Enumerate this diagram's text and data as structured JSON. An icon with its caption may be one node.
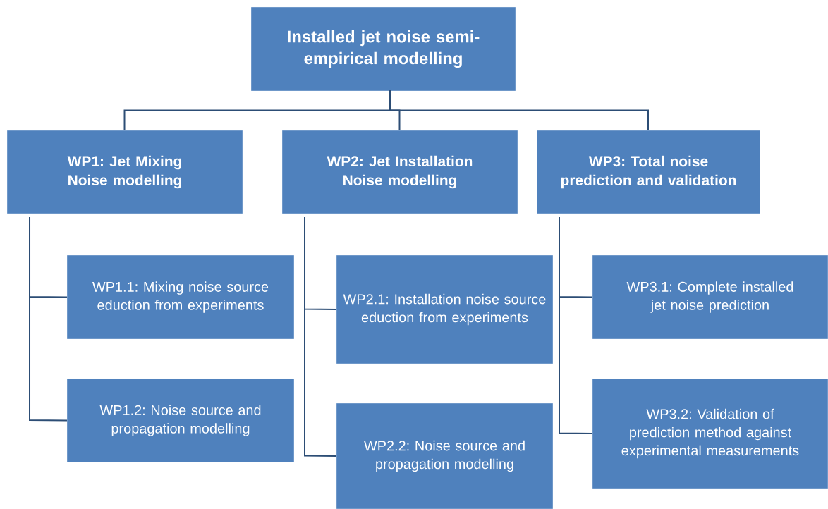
{
  "diagram": {
    "nodes": [
      {
        "text": [
          "Installed jet noise semi-empirical modelling"
        ]
      },
      {
        "text": [
          "WP1: Jet Mixing Noise modelling"
        ]
      },
      {
        "text": [
          "WP2: Jet Installation Noise modelling"
        ]
      },
      {
        "text": [
          "WP3: Total noise prediction and validation"
        ]
      },
      {
        "text": [
          "WP1.1: Mixing noise source eduction from experiments"
        ]
      },
      {
        "text": [
          "WP1.2: Noise source and propagation modelling"
        ]
      },
      {
        "text": [
          "WP2.1: Installation noise source eduction from experiments"
        ]
      },
      {
        "text": [
          "WP2.2: Noise source and propagation modelling"
        ]
      },
      {
        "text": [
          "WP3.1: Complete installed jet noise prediction"
        ]
      },
      {
        "text": [
          "WP3.2: Validation of prediction method against experimental measurements"
        ]
      }
    ],
    "edges": [
      {
        "from": 0,
        "to": 1,
        "arrow": "none"
      },
      {
        "from": 0,
        "to": 2,
        "arrow": "none"
      },
      {
        "from": 0,
        "to": 3,
        "arrow": "none"
      },
      {
        "from": 1,
        "to": 4,
        "arrow": "none"
      },
      {
        "from": 1,
        "to": 5,
        "arrow": "none"
      },
      {
        "from": 2,
        "to": 6,
        "arrow": "none"
      },
      {
        "from": 2,
        "to": 7,
        "arrow": "none"
      },
      {
        "from": 3,
        "to": 8,
        "arrow": "none"
      },
      {
        "from": 3,
        "to": 9,
        "arrow": "none"
      }
    ]
  }
}
